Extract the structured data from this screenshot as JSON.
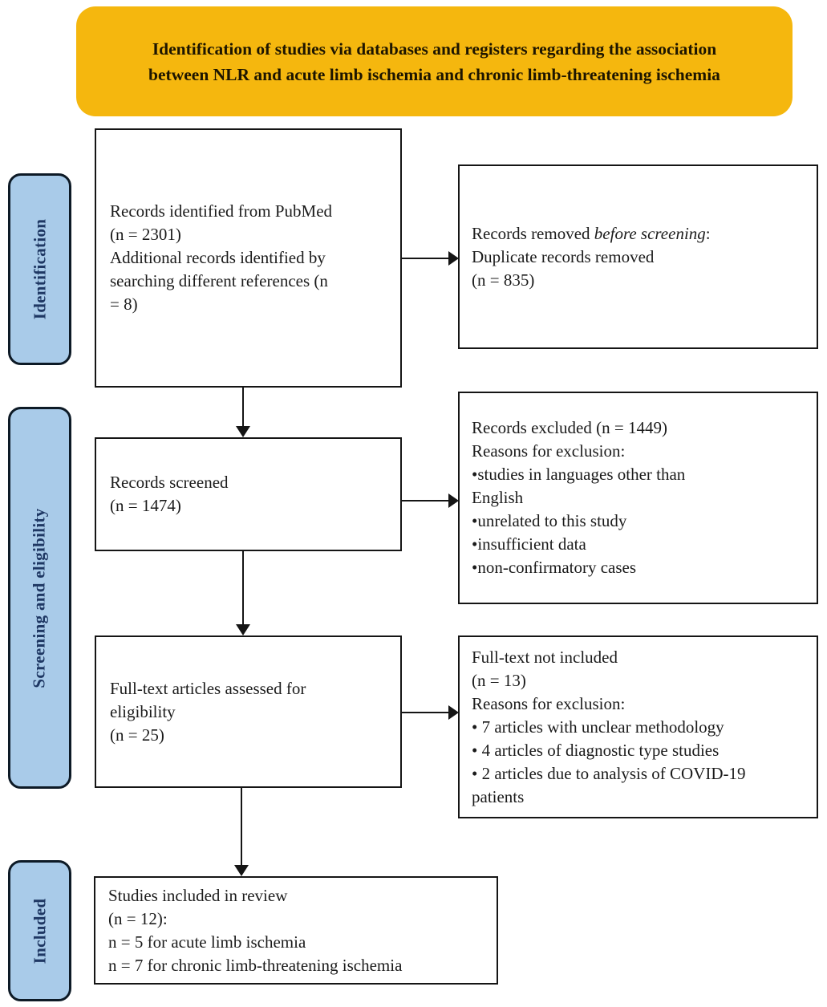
{
  "banner": {
    "line1": "Identification of studies via databases and registers regarding the association",
    "line2": "between NLR and acute limb ischemia and chronic limb-threatening ischemia"
  },
  "stages": {
    "identification": "Identification",
    "screening": "Screening and eligibility",
    "included": "Included"
  },
  "boxes": {
    "identified": {
      "lines": [
        "Records identified from PubMed",
        "(n = 2301)",
        "Additional records identified by",
        "searching different references (n",
        "= 8)"
      ]
    },
    "removed": {
      "line1_prefix": "Records removed ",
      "line1_italic": "before screening",
      "line1_suffix": ":",
      "line2": "Duplicate records removed",
      "line3": "(n = 835)"
    },
    "screened": {
      "lines": [
        "Records screened",
        "(n = 1474)"
      ]
    },
    "excluded": {
      "lines": [
        "Records excluded (n = 1449)",
        "Reasons for exclusion:",
        "•studies in languages other than",
        "English",
        "•unrelated to this study",
        "•insufficient data",
        "•non-confirmatory cases"
      ]
    },
    "fulltext_assessed": {
      "lines": [
        "Full-text articles assessed for",
        "eligibility",
        "(n = 25)"
      ]
    },
    "fulltext_not_included": {
      "lines": [
        "Full-text not included",
        "(n = 13)",
        "Reasons for exclusion:",
        "• 7 articles with unclear methodology",
        "• 4 articles of diagnostic type studies",
        "• 2 articles due to analysis of COVID-19",
        "patients"
      ]
    },
    "included_studies": {
      "lines": [
        "Studies included in review",
        "(n = 12):",
        "n = 5 for acute limb ischemia",
        "n = 7 for chronic limb-threatening ischemia"
      ]
    }
  },
  "colors": {
    "banner_bg": "#F5B70E",
    "stage_bg": "#A9CBE9",
    "stage_border": "#0D1A26",
    "stage_text": "#1F3864",
    "box_border": "#151515",
    "text": "#1B1B1B"
  }
}
